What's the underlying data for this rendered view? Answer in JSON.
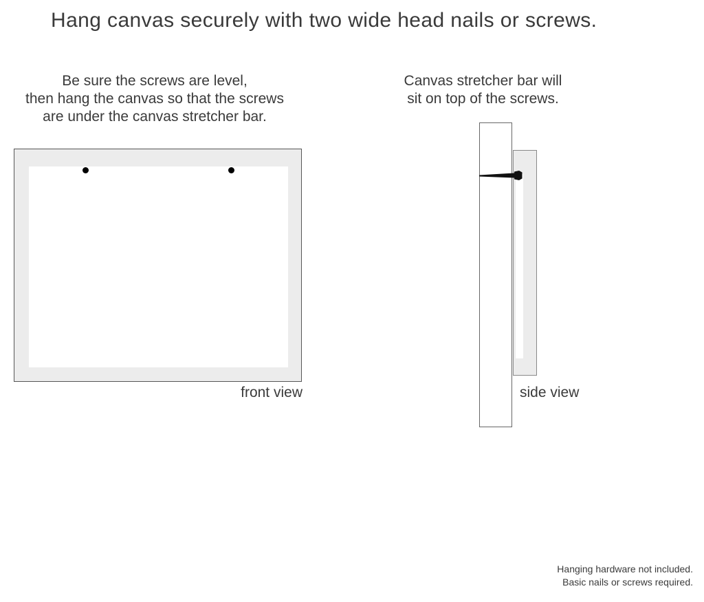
{
  "title": "Hang canvas securely with two wide head nails or screws.",
  "instructions": {
    "front": {
      "lines": [
        "Be sure the screws are level,",
        "then hang the canvas so that the screws",
        "are under the canvas stretcher bar."
      ]
    },
    "side": {
      "lines": [
        "Canvas stretcher bar will",
        "sit on top of the screws."
      ]
    }
  },
  "front_view": {
    "label": "front view"
  },
  "side_view": {
    "label": "side view"
  },
  "footnote": {
    "lines": [
      "Hanging hardware not included.",
      "Basic nails or screws required."
    ]
  },
  "colors": {
    "text_color": "#3a3a3a",
    "canvas_fill": "#ececec",
    "outline_dark": "#555555",
    "outline_mid": "#666666",
    "outline_light": "#888888",
    "nail_color": "#111111",
    "screw_color": "#000000"
  }
}
